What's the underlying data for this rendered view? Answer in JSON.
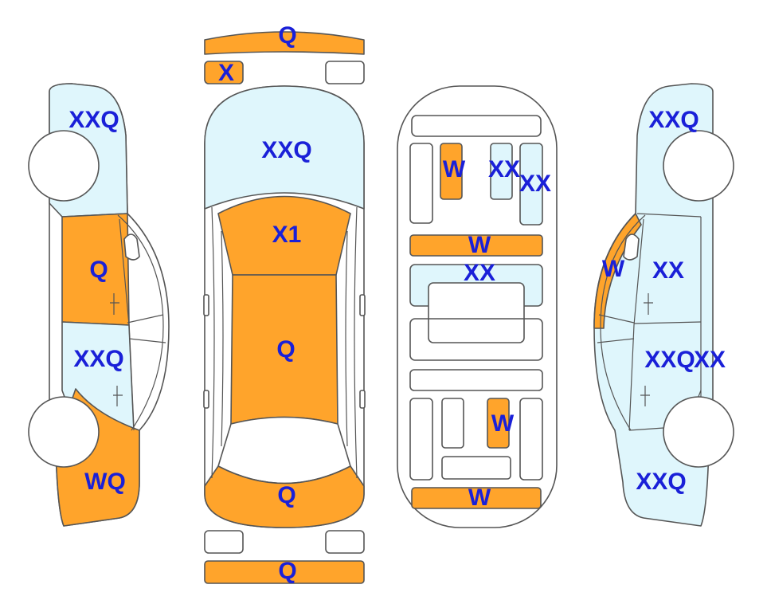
{
  "colors": {
    "damage": "#ffa42b",
    "repair": "#dff6fc",
    "none": "#ffffff",
    "label": "#1a20d8",
    "outline": "#555555"
  },
  "labels": {
    "front_bumper": "Q",
    "left_headlight": "X",
    "windshield": "XXQ",
    "hood": "X1",
    "roof": "Q",
    "trunk": "Q",
    "rear_bumper": "Q",
    "left_front_fender": "XXQ",
    "left_front_door": "Q",
    "left_rear_door": "XXQ",
    "left_rear_quarter": "WQ",
    "under_front_left": "W",
    "under_front_mid": "XX",
    "under_front_right": "XX",
    "under_crossmember": "W",
    "under_center": "XX",
    "under_rear_mid": "W",
    "under_rear_bar": "W",
    "right_front_fender": "XXQ",
    "right_a_pillar": "W",
    "right_front_door": "XX",
    "right_rear_door_a": "XXQ",
    "right_rear_door_b": "XX",
    "right_rear_quarter": "XXQ"
  }
}
